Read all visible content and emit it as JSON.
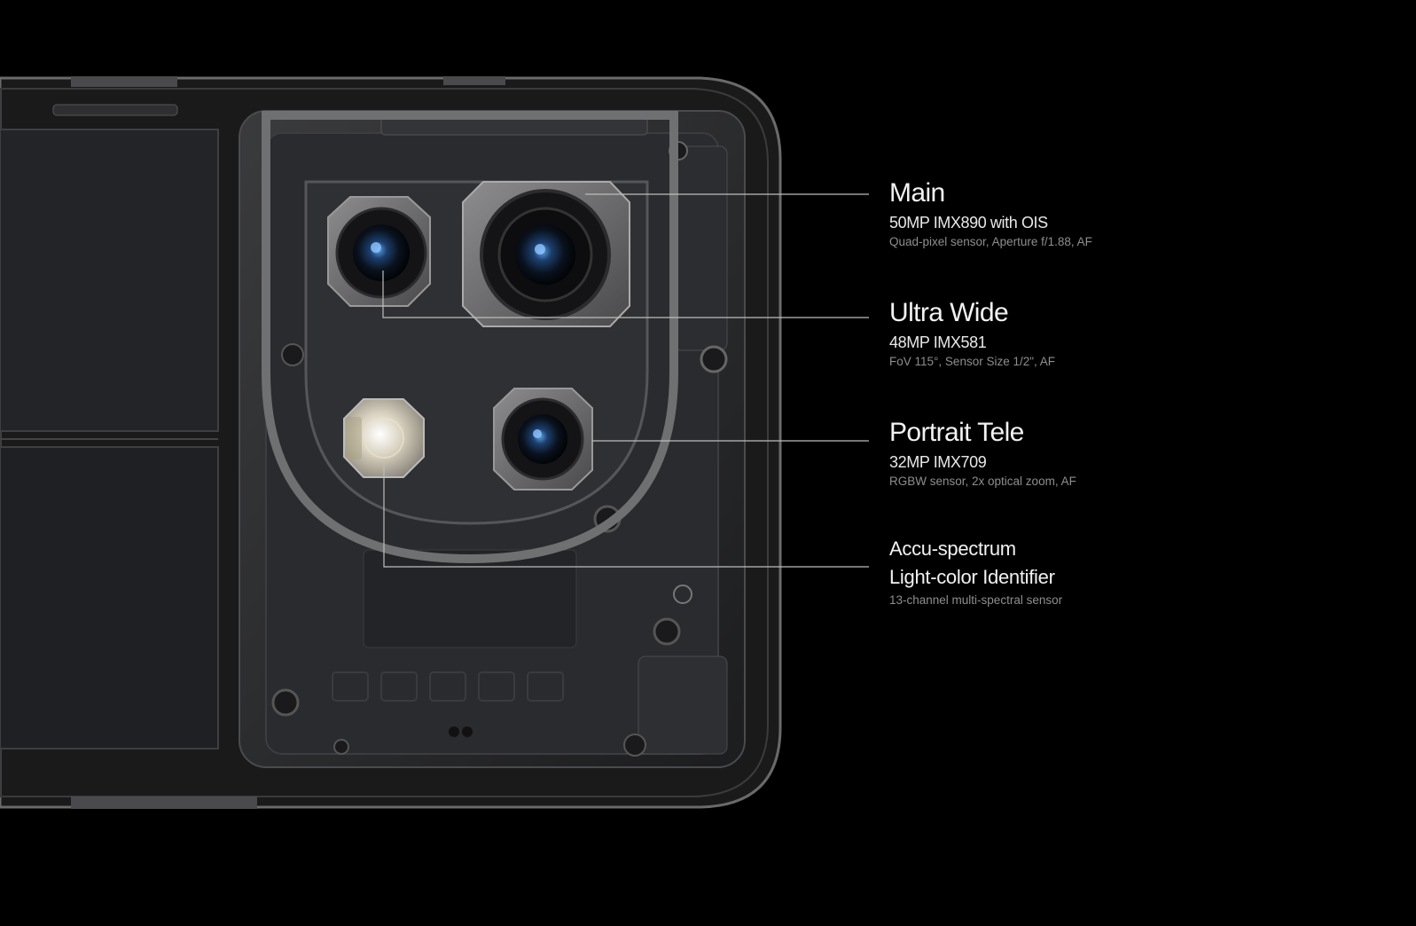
{
  "specs": [
    {
      "id": "main",
      "title": "Main",
      "subtitle": "50MP IMX890 with OIS",
      "detail": "Quad-pixel sensor, Aperture f/1.88, AF"
    },
    {
      "id": "ultra-wide",
      "title": "Ultra Wide",
      "subtitle": "48MP IMX581",
      "detail": "FoV 115°, Sensor Size 1/2\", AF"
    },
    {
      "id": "portrait-tele",
      "title": "Portrait Tele",
      "subtitle": "32MP IMX709",
      "detail": "RGBW sensor, 2x optical zoom, AF"
    },
    {
      "id": "accu-spectrum",
      "title_line1": "Accu-spectrum",
      "title_line2": "Light-color Identifier",
      "detail": "13-channel multi-spectral sensor"
    }
  ],
  "colors": {
    "background": "#000000",
    "leader_line": "#bdbdbd",
    "title": "#f2f2f2",
    "detail": "#8e8e8e"
  }
}
